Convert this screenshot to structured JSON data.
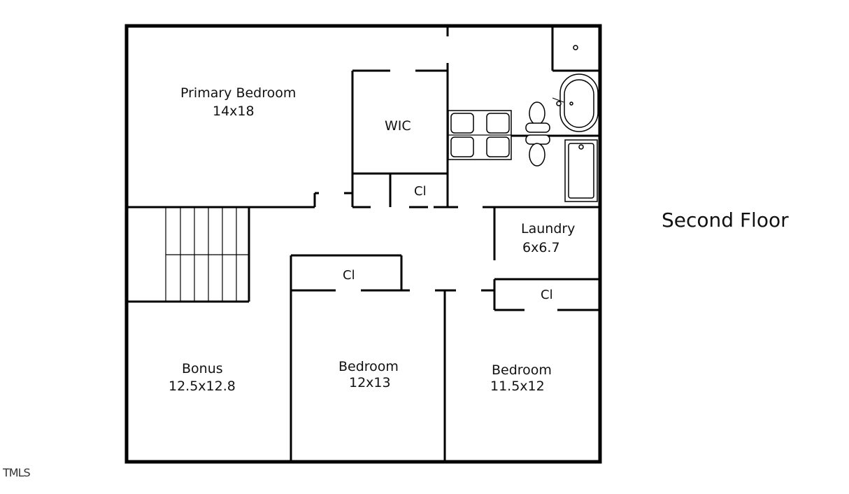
{
  "plan": {
    "title": "Second Floor",
    "watermark": "TMLS",
    "rooms": {
      "primary_bedroom": {
        "name": "Primary Bedroom",
        "size": "14x18"
      },
      "wic": {
        "name": "WIC"
      },
      "closet_primary": {
        "name": "Cl"
      },
      "laundry": {
        "name": "Laundry",
        "size": "6x6.7"
      },
      "closet_hall": {
        "name": "Cl"
      },
      "closet_laundry": {
        "name": "Cl"
      },
      "bonus": {
        "name": "Bonus",
        "size": "12.5x12.8"
      },
      "bedroom_2": {
        "name": "Bedroom",
        "size": "12x13"
      },
      "bedroom_3": {
        "name": "Bedroom",
        "size": "11.5x12"
      }
    },
    "fixture_icons": [
      "bathtub-icon",
      "shower-icon",
      "toilet-icon",
      "sink-icon",
      "stairs-icon"
    ]
  }
}
